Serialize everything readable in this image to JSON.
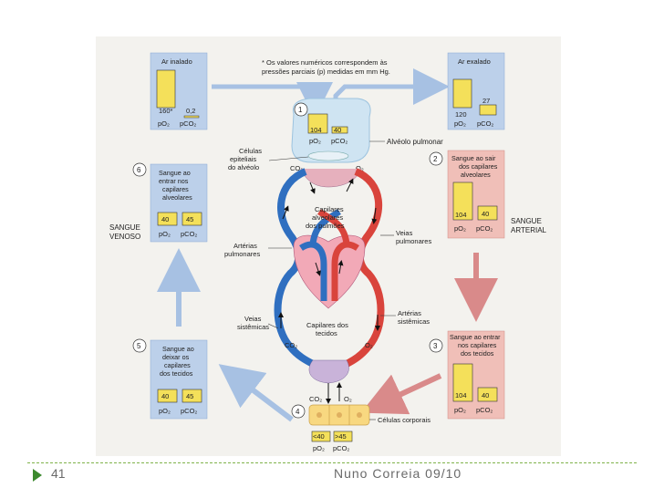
{
  "note": "* Os valores numéricos correspondem às\npressões parciais (p) medidas em mm Hg.",
  "inhaled": {
    "title": "Ar inalado",
    "po2": "160*",
    "pco2": "0,2",
    "po2_label": "pO₂",
    "pco2_label": "pCO₂"
  },
  "exhaled": {
    "title": "Ar exalado",
    "po2": "120",
    "pco2": "27",
    "po2_label": "pO₂",
    "pco2_label": "pCO₂"
  },
  "step1": {
    "num": "1",
    "po2": "104",
    "pco2": "40",
    "po2_label": "pO₂",
    "pco2_label": "pCO₂"
  },
  "step2": {
    "num": "2",
    "caption": "Sangue ao sair\ndos capilares\nalveolares",
    "po2": "104",
    "pco2": "40",
    "po2_label": "pO₂",
    "pco2_label": "pCO₂",
    "side_label": "SANGUE\nARTERIAL"
  },
  "step3": {
    "num": "3",
    "caption": "Sangue ao entrar\nnos capilares\ndos tecidos",
    "po2": "104",
    "pco2": "40",
    "po2_label": "pO₂",
    "pco2_label": "pCO₂"
  },
  "step4": {
    "num": "4",
    "po2": "<40",
    "pco2": ">45",
    "po2_label": "pO₂",
    "pco2_label": "pCO₂"
  },
  "step5": {
    "num": "5",
    "caption": "Sangue ao\ndeixar os\ncapilares\ndos tecidos",
    "po2": "40",
    "pco2": "45",
    "po2_label": "pO₂",
    "pco2_label": "pCO₂"
  },
  "step6": {
    "num": "6",
    "caption": "Sangue ao\nentrar nos\ncapilares\nalveolares",
    "po2": "40",
    "pco2": "45",
    "po2_label": "pO₂",
    "pco2_label": "pCO₂",
    "side_label": "SANGUE\nVENOSO"
  },
  "labels": {
    "alveolo": "Alvéolo pulmonar",
    "epiteliais": "Células\nepiteliais\ndo alvéolo",
    "co2_top": "CO₂",
    "o2_top": "O₂",
    "capilares_alv": "Capilares\nalveolares\ndos pulmões",
    "veias_pulm": "Veias\npulmonares",
    "arterias_pulm": "Artérias\npulmonares",
    "arterias_sist": "Artérias\nsistêmicas",
    "veias_sist": "Veias\nsistêmicas",
    "capilares_tec": "Capilares dos\ntecidos",
    "co2_mid": "CO₂",
    "o2_mid": "O₂",
    "co2_bottom": "CO₂",
    "o2_bottom": "O₂",
    "celulas": "Células corporais"
  },
  "footer": {
    "page": "41",
    "author": "Nuno Correia 09/10"
  },
  "colors": {
    "venous": "#2f6fc0",
    "arterial": "#d9443c",
    "venous_panel": "#bcd0ea",
    "arterial_panel": "#f0bfb8",
    "air_panel": "#bcd0ea",
    "bar_yellow": "#f4e05a",
    "arrow_blue": "#a7c1e3",
    "arrow_red": "#d98a8a"
  }
}
